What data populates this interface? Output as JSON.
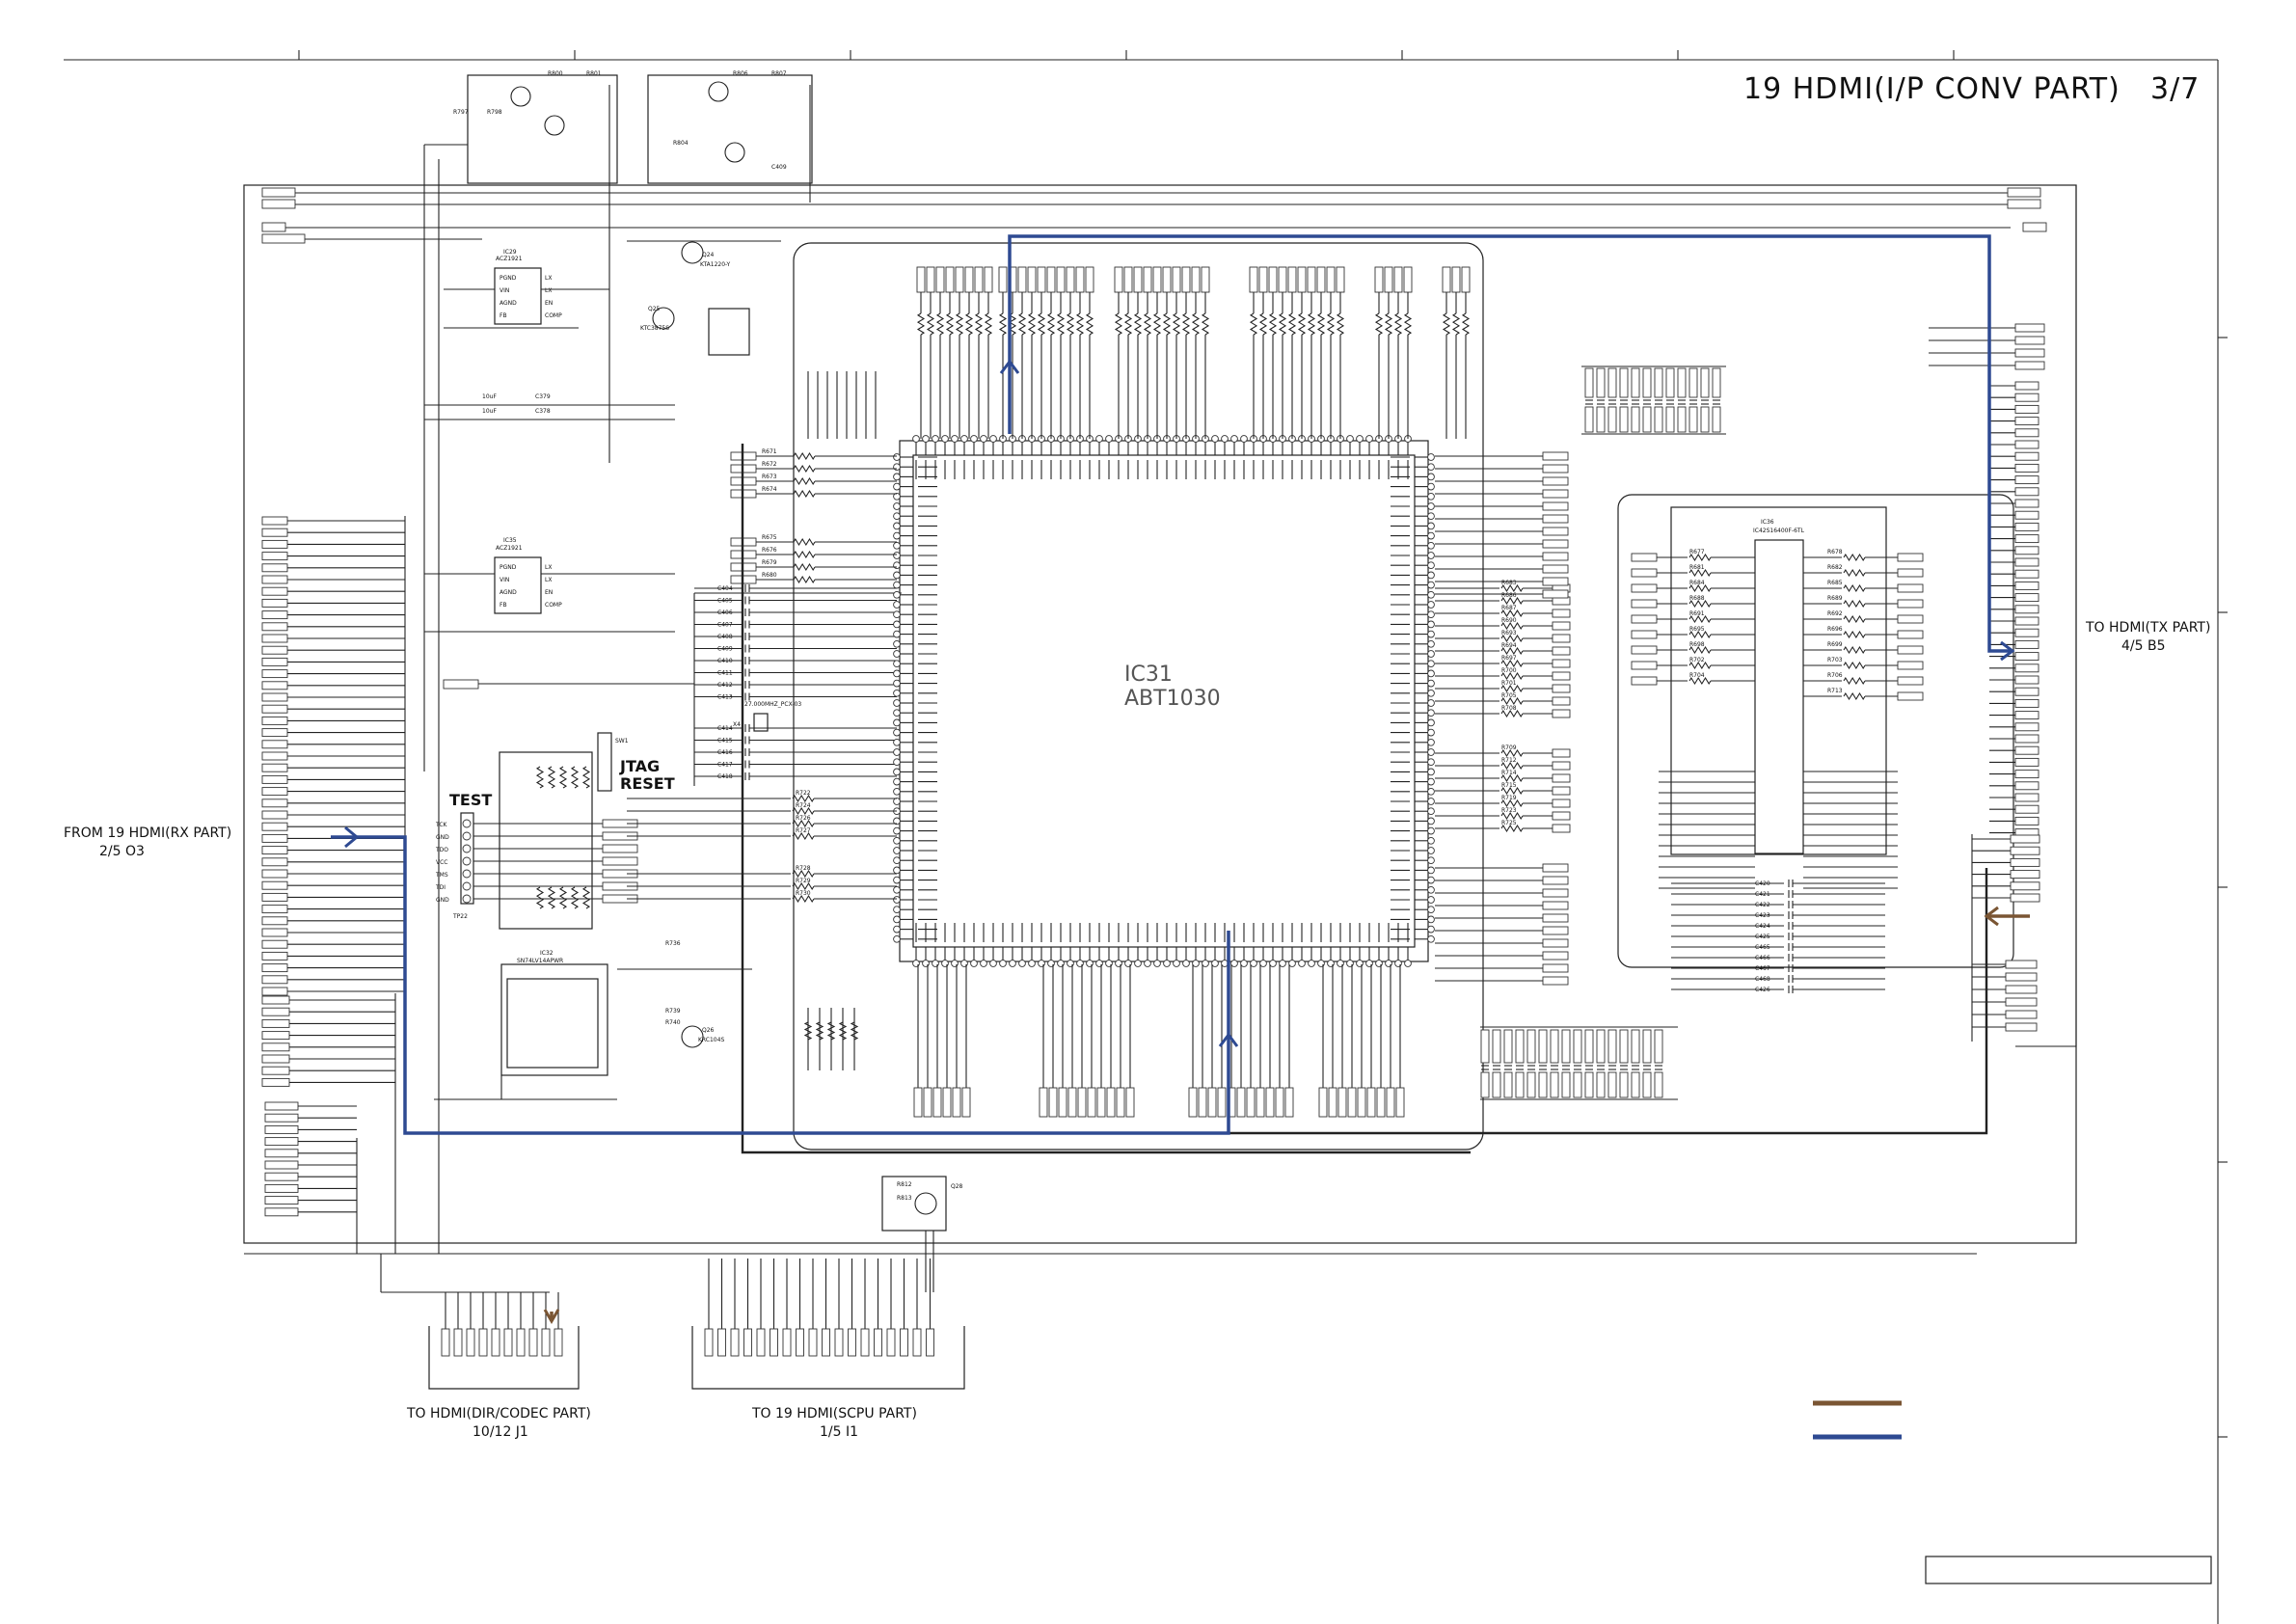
{
  "sheet": {
    "title": "19 HDMI(I/P CONV PART)",
    "page": "3/7"
  },
  "main_ic": {
    "ref": "IC31",
    "part": "ABT1030"
  },
  "chips": {
    "ic29": {
      "ref": "IC29",
      "part": "ACZ1921"
    },
    "ic35": {
      "ref": "IC35",
      "part": "ACZ1921"
    },
    "ic32": {
      "ref": "IC32",
      "part": "SN74LV14APWR"
    },
    "ic36": {
      "ref": "IC36",
      "part": "IC42S16400F-6TL"
    },
    "q24": {
      "ref": "Q24",
      "part": "KTA1220-Y"
    },
    "q25": {
      "ref": "Q25",
      "part": "KTC3875S"
    },
    "q26": {
      "ref": "Q26",
      "part": "KRC104S"
    }
  },
  "jtag": {
    "test_label": "TEST",
    "jtag_label": "JTAG",
    "reset_label": "RESET",
    "test_pins": [
      "TCK",
      "GND",
      "TDO",
      "VCC",
      "TMS",
      "TDI",
      "GND"
    ],
    "tp": "TP22"
  },
  "connectors": {
    "left": {
      "line1": "FROM 19 HDMI(RX PART)",
      "line2": "2/5 O3"
    },
    "right": {
      "line1": "TO HDMI(TX PART)",
      "line2": "4/5 B5"
    },
    "bottom_left": {
      "line1": "TO HDMI(DIR/CODEC PART)",
      "line2": "10/12 J1"
    },
    "bottom_mid": {
      "line1": "TO 19 HDMI(SCPU PART)",
      "line2": "1/5 I1"
    }
  },
  "legend": {
    "brown_color": "#7a5533",
    "blue_color": "#2e4a92"
  },
  "resistor_refs": {
    "left_block": [
      "R671",
      "R672",
      "R673",
      "R674",
      "R675",
      "R676",
      "R679",
      "R680"
    ],
    "right_block": [
      "R683",
      "R686",
      "R687",
      "R690",
      "R693",
      "R694",
      "R697",
      "R700",
      "R701",
      "R705",
      "R708",
      "R709",
      "R712",
      "R714",
      "R715",
      "R719",
      "R723",
      "R725"
    ],
    "jtag_block": [
      "R722",
      "R724",
      "R726",
      "R727",
      "R728",
      "R729",
      "R730"
    ],
    "sdram_left": [
      "R677",
      "R681",
      "R684",
      "R688",
      "R691",
      "R695",
      "R698",
      "R702",
      "R704"
    ],
    "sdram_right": [
      "R678",
      "R682",
      "R685",
      "R689",
      "R692",
      "R696",
      "R699",
      "R703",
      "R706",
      "R713"
    ]
  },
  "cap_refs": {
    "pll_block": [
      "C404",
      "C405",
      "C406",
      "C407",
      "C408",
      "C409",
      "C410",
      "C411",
      "C412",
      "C413",
      "C414",
      "C415",
      "C416",
      "C417",
      "C418"
    ],
    "sdram_caps": [
      "C420",
      "C421",
      "C422",
      "C423",
      "C424",
      "C425",
      "C465",
      "C466",
      "C467",
      "C468",
      "C426"
    ]
  },
  "crystal": {
    "ref": "X4",
    "part": "27.000MHZ_PCX-03"
  }
}
